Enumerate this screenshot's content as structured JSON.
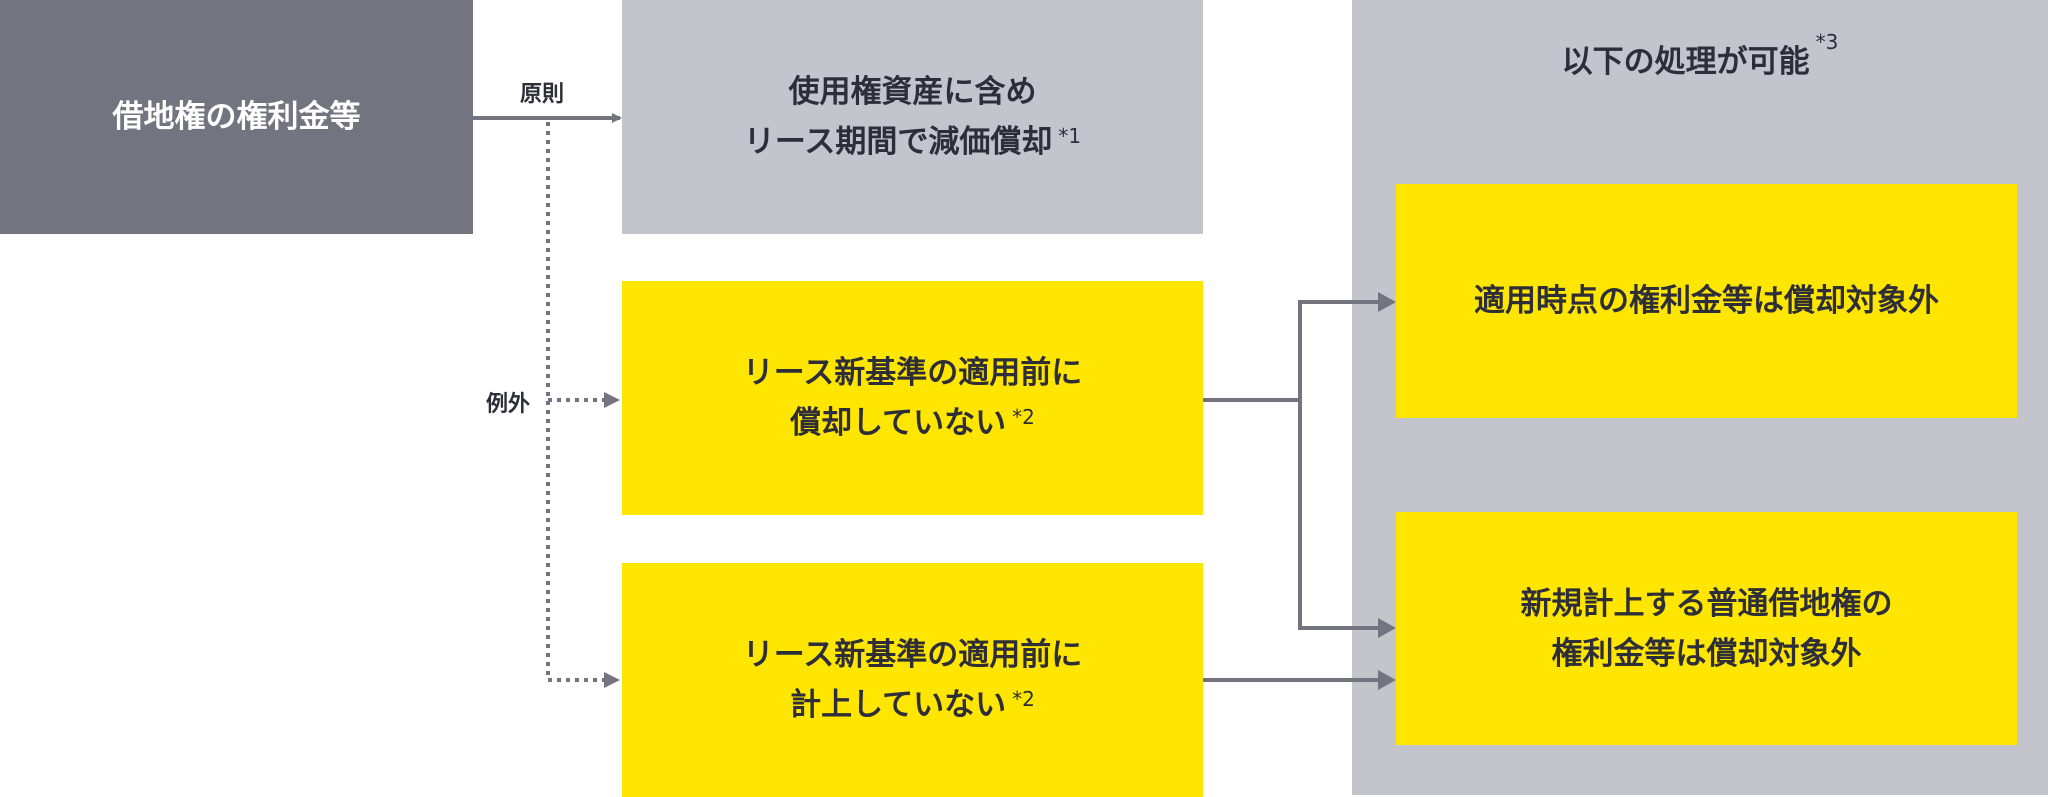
{
  "source": {
    "label": "借地権の権利金等"
  },
  "edges": {
    "principle": "原則",
    "exception": "例外"
  },
  "principle_box": {
    "line1": "使用権資産に含め",
    "line2": "リース期間で減価償却",
    "note": "*1"
  },
  "exception_boxes": [
    {
      "line1": "リース新基準の適用前に",
      "line2": "償却していない",
      "note": "*2"
    },
    {
      "line1": "リース新基準の適用前に",
      "line2": "計上していない",
      "note": "*2"
    }
  ],
  "options_panel": {
    "title": "以下の処理が可能",
    "note": "*3",
    "options": [
      {
        "line1": "適用時点の権利金等は償却対象外"
      },
      {
        "line1": "新規計上する普通借地権の",
        "line2": "権利金等は償却対象外"
      }
    ]
  },
  "colors": {
    "dark": "#747480",
    "gray": "#c4c4cd",
    "yellow": "#ffe600",
    "text": "#2e2e38"
  }
}
